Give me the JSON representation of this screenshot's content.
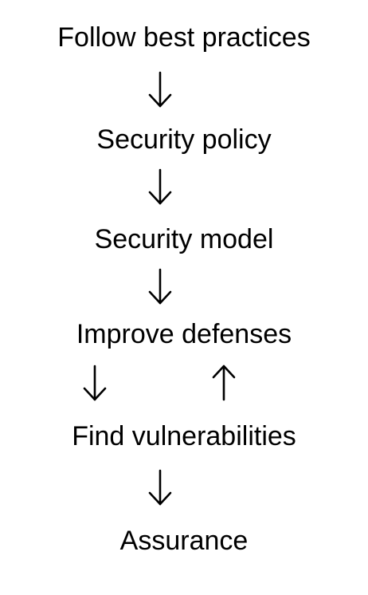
{
  "diagram": {
    "steps": [
      "Follow best practices",
      "Security policy",
      "Security model",
      "Improve defenses",
      "Find vulnerabilities",
      "Assurance"
    ],
    "arrows": [
      {
        "from": "Follow best practices",
        "to": "Security policy",
        "direction": "down"
      },
      {
        "from": "Security policy",
        "to": "Security model",
        "direction": "down"
      },
      {
        "from": "Security model",
        "to": "Improve defenses",
        "direction": "down"
      },
      {
        "from": "Improve defenses",
        "to": "Find vulnerabilities",
        "direction": "down"
      },
      {
        "from": "Find vulnerabilities",
        "to": "Improve defenses",
        "direction": "up"
      },
      {
        "from": "Find vulnerabilities",
        "to": "Assurance",
        "direction": "down"
      }
    ],
    "colors": {
      "text": "#000000",
      "background": "#ffffff"
    }
  }
}
